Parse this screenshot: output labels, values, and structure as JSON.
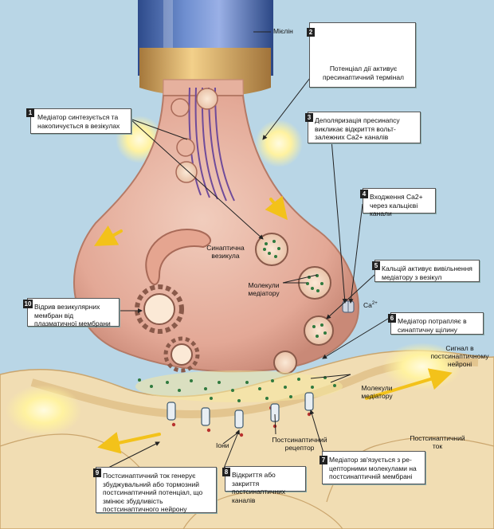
{
  "labels": {
    "myelin": "Мієлін",
    "synaptic_vesicle": "Синаптична везикула",
    "transmitter_molecules": "Молекули медіатору",
    "ca": "Ca",
    "ca_sup": "2+",
    "signal_postsynaptic": "Сигнал в постсинаптичному нейроні",
    "transmitter_molecules_2": "Молекули медіатору",
    "postsynaptic_current": "Постсинаптичний ток",
    "ions": "Іони",
    "postsynaptic_receptor": "Постсинаптичний рецептор"
  },
  "steps": [
    {
      "num": "1",
      "text": "Медіатор синтезується та накопичується в везікулах"
    },
    {
      "num": "2",
      "text": "Потенціал дії активує пресинаптичний термінал"
    },
    {
      "num": "3",
      "text": "Деполяризація пресинапсу викликає відкриття вольт-залежних Ca2+ каналів"
    },
    {
      "num": "4",
      "text": "Входження Ca2+ через кальцієві канали"
    },
    {
      "num": "5",
      "text": "Кальцій активує вивільнення медіатору з везікул"
    },
    {
      "num": "6",
      "text": "Медіатор потрапляє в синаптичну щілину"
    },
    {
      "num": "7",
      "text": "Медіатор зв'язується з ре-цепторними молекулами на постсинаптичній мембрані"
    },
    {
      "num": "8",
      "text": "Відкриття або закриття постсинаптичних каналів"
    },
    {
      "num": "9",
      "text": "Постсинаптичний ток генерує збуджувальний або тормозний постсинаптичний потенціал, що змінює збудливість постсинаптичного нейрону"
    },
    {
      "num": "10",
      "text": "Відрив везикулярних мембран від плазматичної мембрани"
    }
  ]
}
